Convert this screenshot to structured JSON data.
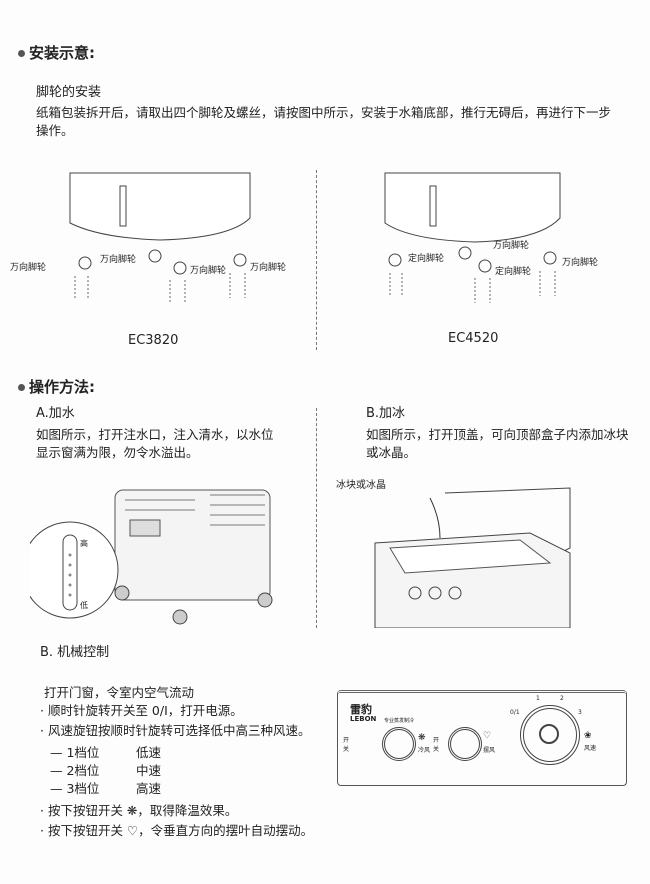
{
  "install": {
    "heading": "安装示意:",
    "subheading": "脚轮的安装",
    "body": "纸箱包装拆开后，请取出四个脚轮及螺丝，请按图中所示，安装于水箱底部，推行无碍后，再进行下一步操作。",
    "left": {
      "model": "EC3820",
      "labels": [
        "万向脚轮",
        "万向脚轮",
        "万向脚轮",
        "万向脚轮"
      ]
    },
    "right": {
      "model": "EC4520",
      "labels": [
        "定向脚轮",
        "定向脚轮",
        "万向脚轮",
        "万向脚轮"
      ]
    }
  },
  "operation": {
    "heading": "操作方法:",
    "water": {
      "title": "A.加水",
      "body": "如图所示，打开注水口，注入清水，以水位显示窗满为限，勿令水溢出。",
      "high": "高",
      "low": "低"
    },
    "ice": {
      "title": "B.加冰",
      "body": "如图所示，打开顶盖，可向顶部盒子内添加冰块或冰晶。",
      "callout": "冰块或冰晶"
    }
  },
  "control": {
    "title": "B. 机械控制",
    "lines": [
      "打开门窗，令室内空气流动",
      "· 顺时针旋转开关至 0/I，打开电源。",
      "· 风速旋钮按顺时针旋转可选择低中高三种风速。"
    ],
    "speeds": [
      {
        "gear": "— 1档位",
        "speed": "低速"
      },
      {
        "gear": "— 2档位",
        "speed": "中速"
      },
      {
        "gear": "— 3档位",
        "speed": "高速"
      }
    ],
    "notes": [
      "· 按下按钮开关 ❋，取得降温效果。",
      "· 按下按钮开关 ♡，令垂直方向的摆叶自动摆动。"
    ],
    "panel": {
      "brand": "雷豹",
      "brand_en": "LEBON",
      "tagline": "专业蒸发制冷",
      "switch": "开关",
      "cool": "冷风",
      "swing": "摆风",
      "fan": "风速",
      "dial": [
        "0/1",
        "1",
        "2",
        "3"
      ]
    }
  }
}
